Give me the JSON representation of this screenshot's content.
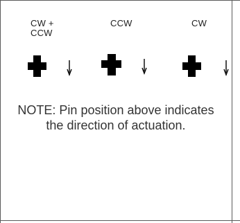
{
  "positions": [
    {
      "label": "CW +\nCCW",
      "icon": "cross-icon",
      "arrow_icon": "arrow-down-icon"
    },
    {
      "label": "CCW",
      "icon": "cross-icon",
      "arrow_icon": "arrow-down-icon"
    },
    {
      "label": "CW",
      "icon": "cross-icon",
      "arrow_icon": "arrow-down-icon"
    }
  ],
  "note": "NOTE: Pin position above indicates the direction of actuation.",
  "colors": {
    "mark": "#000000",
    "border": "#5a5a5a",
    "text": "#333333"
  }
}
